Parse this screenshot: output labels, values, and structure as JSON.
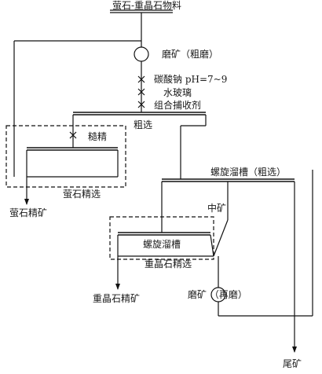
{
  "diagram": {
    "title": "萤石-重晶石物料",
    "grinding_coarse": "磨矿（粗磨）",
    "reagent_1": "碳酸钠 pH=7~9",
    "reagent_2": "水玻璃",
    "reagent_3": "组合捕收剂",
    "rougher": "粗选",
    "rough_concentrate": "糙精",
    "fluorite_cleaning": "萤石精选",
    "fluorite_concentrate": "萤石精矿",
    "spiral_rougher": "螺旋溜槽（粗选）",
    "middlings": "中矿",
    "spiral": "螺旋溜槽",
    "barite_cleaning": "重晶石精选",
    "barite_concentrate": "重晶石精矿",
    "regrinding": "磨矿  （再磨）",
    "tailings": "尾矿"
  }
}
